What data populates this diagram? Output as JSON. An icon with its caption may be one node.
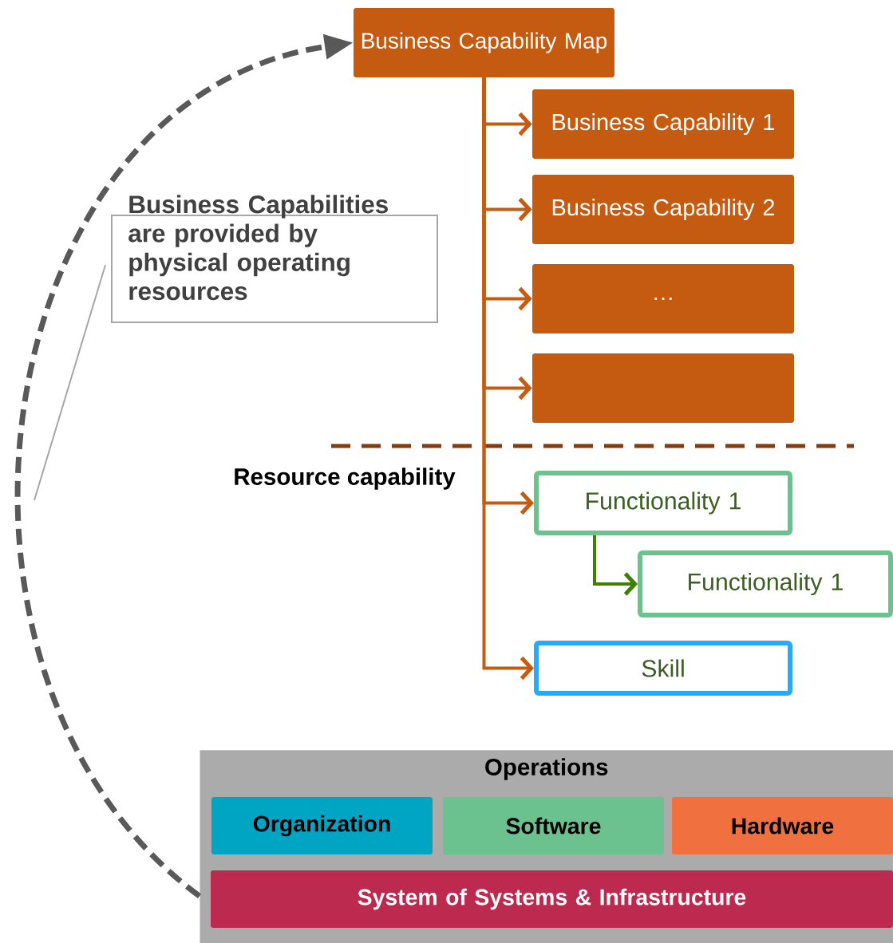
{
  "diagram": {
    "nodes": [
      {
        "text": [
          "Business Capability Map"
        ]
      },
      {
        "text": [
          "Business Capability 1"
        ]
      },
      {
        "text": [
          "Business Capability 2"
        ]
      },
      {
        "text": [
          "…"
        ]
      },
      {
        "text": [],
        "shape": "box"
      },
      {
        "text": [
          "Functionality 1"
        ]
      },
      {
        "text": [
          "Functionality 1"
        ]
      },
      {
        "text": [
          "Skill"
        ]
      },
      {
        "text": [
          "Operations"
        ]
      },
      {
        "text": [
          "Organization"
        ],
        "in": 8
      },
      {
        "text": [
          "Software"
        ],
        "in": 8
      },
      {
        "text": [
          "Hardware"
        ],
        "in": 8
      },
      {
        "text": [
          "System of Systems & Infrastructure"
        ],
        "in": 8
      },
      {
        "text": [
          "Business Capabilities are provided by physical operating resources"
        ]
      }
    ],
    "edges": [
      {
        "from": 0,
        "to": 1,
        "arrow": "to"
      },
      {
        "from": 0,
        "to": 2,
        "arrow": "to"
      },
      {
        "from": 0,
        "to": 3,
        "arrow": "to"
      },
      {
        "from": 0,
        "to": 4,
        "arrow": "to"
      },
      {
        "from": 0,
        "to": 5,
        "arrow": "to"
      },
      {
        "from": 0,
        "to": 7,
        "arrow": "to"
      },
      {
        "from": 5,
        "to": 6,
        "arrow": "to",
        "color": "#3f8000"
      },
      {
        "from": 8,
        "to": 0,
        "arrow": "to",
        "style": "dashed",
        "color": "#595959"
      },
      {
        "from": 13,
        "to": null,
        "arrow": "none",
        "color": "#a6a6a6"
      }
    ],
    "labels": [
      "Resource capability"
    ]
  }
}
